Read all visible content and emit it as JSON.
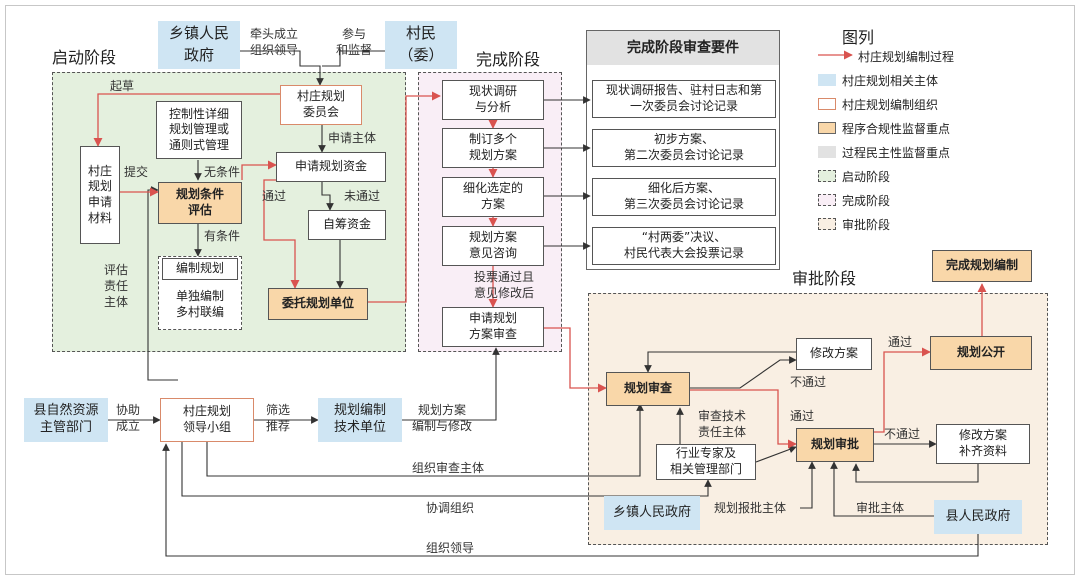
{
  "sections": {
    "start": "启动阶段",
    "done": "完成阶段",
    "approve": "审批阶段"
  },
  "legend": {
    "title": "图列",
    "items": [
      "村庄规划编制过程",
      "村庄规划相关主体",
      "村庄规划编制组织",
      "程序合规性监督重点",
      "过程民主性监督重点",
      "启动阶段",
      "完成阶段",
      "审批阶段"
    ]
  },
  "colors": {
    "process_line": "#d9534f",
    "subject": "#cfe5f3",
    "organization_border": "#d98a6a",
    "compliance": "#f9d7a9",
    "democracy": "#e2e2e2",
    "start_bg": "#e4f0de",
    "done_bg": "#f9eef6",
    "approve_bg": "#f9efe3"
  },
  "nodes": {
    "township_gov_top": "乡镇人民\n政府",
    "villagers": "村民\n（委）",
    "committee": "村庄规划\n委员会",
    "ctrl_rules": "控制性详细\n规划管理或\n通则式管理",
    "apply_material": "村庄\n规划\n申请\n材料",
    "eval": "规划条件\n评估",
    "apply_fund": "申请规划资金",
    "self_fund": "自筹资金",
    "make_plan": "编制规划",
    "single_multi": "单独编制\n多村联编",
    "entrust": "委托规划单位",
    "survey": "现状调研\n与分析",
    "multi_plan": "制订多个\n规划方案",
    "refine": "细化选定的\n方案",
    "consult": "规划方案\n意见咨询",
    "apply_review": "申请规划\n方案审查",
    "doc1": "现状调研报告、驻村日志和第\n一次委员会讨论记录",
    "doc2": "初步方案、\n第二次委员会讨论记录",
    "doc3": "细化后方案、\n第三次委员会讨论记录",
    "doc4": "“村两委”决议、\n村民代表大会投票记录",
    "county_res": "县自然资源\n主管部门",
    "leader_group": "村庄规划\n领导小组",
    "tech_unit": "规划编制\n技术单位",
    "plan_review": "规划审查",
    "modify": "修改方案",
    "complete": "完成规划编制",
    "publish": "规划公开",
    "plan_approve": "规划审批",
    "modify_supp": "修改方案\n补齐资料",
    "experts": "行业专家及\n相关管理部门",
    "township_gov_bottom": "乡镇人民政府",
    "county_gov": "县人民政府"
  },
  "doc_panel_title": "完成阶段审查要件",
  "labels": {
    "lead_org": "牵头成立\n组织领导",
    "participate": "参与\n和监督",
    "draft": "起草",
    "submit": "提交",
    "apply_subject": "申请主体",
    "no_cond": "无条件",
    "has_cond": "有条件",
    "pass1": "通过",
    "not_pass1": "未通过",
    "eval_subject": "评估\n责任\n主体",
    "vote": "投票通过且\n意见修改后",
    "help_found": "协助\n成立",
    "screen_rec": "筛选\n推荐",
    "plan_edit": "规划方案\n编制与修改",
    "org_review_subject": "组织审查主体",
    "coord_org": "协调组织",
    "org_lead": "组织领导",
    "review_tech": "审查技术\n责任主体",
    "not_pass2": "不通过",
    "pass2": "通过",
    "pass3": "通过",
    "not_pass3": "不通过",
    "report_subject": "规划报批主体",
    "approve_subject": "审批主体"
  }
}
